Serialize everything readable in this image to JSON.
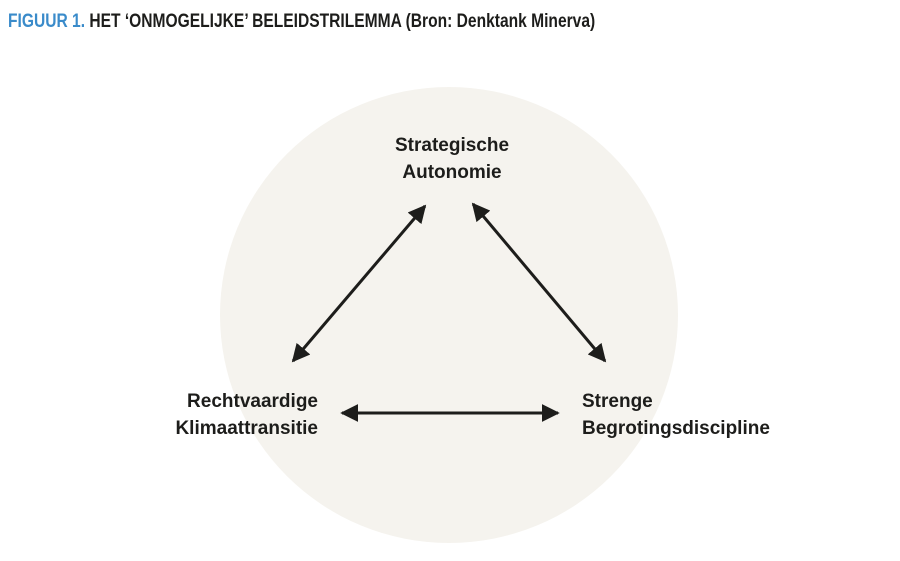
{
  "figure": {
    "label": "FIGUUR 1.",
    "title": " HET ‘ONMOGELIJKE’ BELEIDSTRILEMMA (Bron: Denktank Minerva)"
  },
  "diagram": {
    "type": "trilemma-triangle",
    "nodes": [
      {
        "id": "strategische-autonomie",
        "label": "Strategische\nAutonomie",
        "position": "top"
      },
      {
        "id": "rechtvaardige-klimaattransitie",
        "label": "Rechtvaardige\nKlimaattransitie",
        "position": "bottom-left"
      },
      {
        "id": "strenge-begrotingsdiscipline",
        "label": "Strenge\nBegrotingsdiscipline",
        "position": "bottom-right"
      }
    ],
    "edges": [
      {
        "from": "strategische-autonomie",
        "to": "rechtvaardige-klimaattransitie",
        "style": "double-arrow"
      },
      {
        "from": "strategische-autonomie",
        "to": "strenge-begrotingsdiscipline",
        "style": "double-arrow"
      },
      {
        "from": "rechtvaardige-klimaattransitie",
        "to": "strenge-begrotingsdiscipline",
        "style": "double-arrow"
      }
    ],
    "colors": {
      "figure_label_blue": "#3a8bca",
      "title_text": "#1d1d1b",
      "circle_fill": "#f5f3ee",
      "arrow": "#1d1d1b",
      "node_text": "#1d1d1b",
      "background": "#ffffff"
    }
  }
}
